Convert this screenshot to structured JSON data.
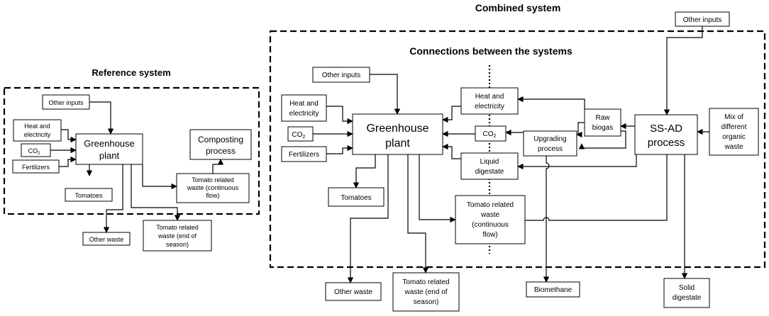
{
  "diagram": {
    "sections": {
      "reference": "Reference system",
      "combined": "Combined system",
      "connections": "Connections between the systems"
    },
    "reference_nodes": {
      "other_inputs": [
        "Other inputs"
      ],
      "heat": [
        "Heat and",
        "electricity"
      ],
      "co2": [
        "CO",
        "2"
      ],
      "fertilizers": [
        "Fertilizers"
      ],
      "greenhouse": [
        "Greenhouse",
        "plant"
      ],
      "composting": [
        "Composting",
        "process"
      ],
      "tomato_waste_cont": [
        "Tomato related",
        "waste (continuous",
        "flow)"
      ],
      "tomatoes": [
        "Tomatoes"
      ],
      "other_waste": [
        "Other waste"
      ],
      "tomato_waste_end": [
        "Tomato related",
        "waste (end of",
        "season)"
      ]
    },
    "combined_nodes": {
      "other_inputs_top": [
        "Other inputs"
      ],
      "other_inputs": [
        "Other inputs"
      ],
      "heat": [
        "Heat and",
        "electricity"
      ],
      "co2": [
        "CO",
        "2"
      ],
      "fertilizers": [
        "Fertilizers"
      ],
      "greenhouse": [
        "Greenhouse",
        "plant"
      ],
      "heat_mid": [
        "Heat and",
        "electricity"
      ],
      "co2_mid": [
        "CO",
        "2"
      ],
      "liquid_digestate": [
        "Liquid",
        "digestate"
      ],
      "raw_biogas": [
        "Raw",
        "biogas"
      ],
      "upgrading": [
        "Upgrading",
        "process"
      ],
      "ssad": [
        "SS-AD",
        "process"
      ],
      "mix": [
        "Mix of",
        "different",
        "organic",
        "waste"
      ],
      "tomatoes": [
        "Tomatoes"
      ],
      "tomato_waste_cont": [
        "Tomato related",
        "waste",
        "(continuous",
        "flow)"
      ],
      "other_waste": [
        "Other waste"
      ],
      "tomato_waste_end": [
        "Tomato related",
        "waste (end of",
        "season)"
      ],
      "biomethane": [
        "Biomethane"
      ],
      "solid_digestate": [
        "Solid",
        "digestate"
      ]
    }
  }
}
